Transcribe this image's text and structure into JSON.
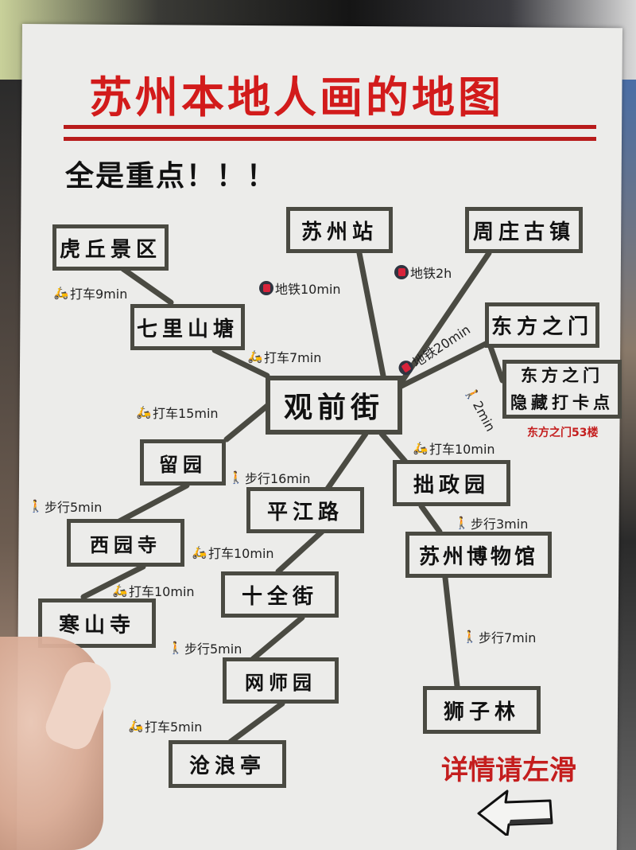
{
  "header": {
    "title": "苏州本地人画的地图",
    "subtitle": "全是重点！！！"
  },
  "nodes": {
    "huqiu": "虎丘景区",
    "qilishantang": "七里山塘",
    "suzhou_station": "苏州站",
    "zhouzhuang": "周庄古镇",
    "dongfang_gate": "东方之门",
    "dongfang_hidden_line1": "东方之门",
    "dongfang_hidden_line2": "隐藏打卡点",
    "guanqian": "观前街",
    "liuyuan": "留园",
    "xiyuansi": "西园寺",
    "hanshansi": "寒山寺",
    "pingjiang": "平江路",
    "shiquan": "十全街",
    "wangshi": "网师园",
    "canglang": "沧浪亭",
    "zhuozheng": "拙政园",
    "museum": "苏州博物馆",
    "shizilin": "狮子林"
  },
  "routes": {
    "huqiu_qili": {
      "icon": "scooter-icon",
      "text": "打车9min"
    },
    "qili_guanqian": {
      "icon": "scooter-icon",
      "text": "打车7min"
    },
    "station_guanqian": {
      "icon": "metro-icon",
      "text": "地铁10min"
    },
    "zhouzhuang_guanqian": {
      "icon": "metro-icon",
      "text": "地铁2h"
    },
    "dongfang_guanqian": {
      "icon": "metro-icon",
      "text": "地铁20min"
    },
    "dongfang_hidden": {
      "icon": "walk-icon",
      "text": "2min"
    },
    "guanqian_liuyuan": {
      "icon": "scooter-icon",
      "text": "打车15min"
    },
    "liuyuan_xiyuan": {
      "icon": "walk-icon",
      "text": "步行5min"
    },
    "xiyuan_hanshan": {
      "icon": "scooter-icon",
      "text": "打车10min"
    },
    "guanqian_pingjiang": {
      "icon": "walk-icon",
      "text": "步行16min"
    },
    "pingjiang_shiquan": {
      "icon": "scooter-icon",
      "text": "打车10min"
    },
    "shiquan_wangshi": {
      "icon": "walk-icon",
      "text": "步行5min"
    },
    "wangshi_canglang": {
      "icon": "scooter-icon",
      "text": "打车5min"
    },
    "guanqian_zhuozheng": {
      "icon": "scooter-icon",
      "text": "打车10min"
    },
    "zhuozheng_museum": {
      "icon": "walk-icon",
      "text": "步行3min"
    },
    "museum_shizilin": {
      "icon": "walk-icon",
      "text": "步行7min"
    }
  },
  "notes": {
    "hidden_spot_floor": "东方之门53楼",
    "swipe_hint": "详情请左滑"
  },
  "colors": {
    "title_red": "#d21b1b",
    "box_border": "#4a4a42",
    "paper": "#ececea"
  }
}
